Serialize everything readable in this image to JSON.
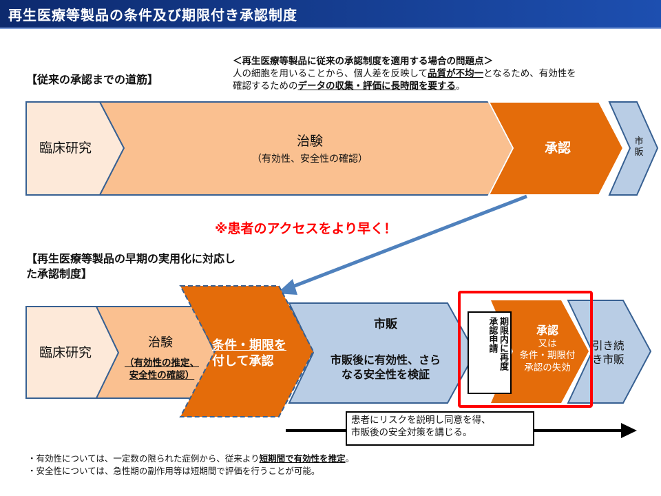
{
  "title": "再生医療等製品の条件及び期限付き承認制度",
  "traditional": {
    "heading": "【従来の承認までの道筋】",
    "problem_title": "＜再生医療等製品に従来の承認制度を適用する場合の問題点＞",
    "problem_line1_a": "人の細胞を用いることから、個人差を反映して",
    "problem_line1_b": "品質が不均一",
    "problem_line1_c": "となるため、有効性を",
    "problem_line2_a": "確認するための",
    "problem_line2_b": "データの収集・評価に長時間を要する",
    "problem_line2_c": "。",
    "steps": {
      "clinical": "臨床研究",
      "trial": "治験",
      "trial_sub": "（有効性、安全性の確認）",
      "approval": "承認",
      "market": "市販"
    }
  },
  "callout": "※患者のアクセスをより早く！",
  "new_system": {
    "heading_line1": "【再生医療等製品の早期の実用化に対応し",
    "heading_line2": "た承認制度】",
    "steps": {
      "clinical": "臨床研究",
      "trial": "治験",
      "trial_sub1": "（有効性の推定、",
      "trial_sub2": "安全性の確認）",
      "conditional1": "条件・期限を",
      "conditional2": "付して承認",
      "market_title": "市販",
      "market_sub1": "市販後に有効性、さら",
      "market_sub2": "なる安全性を検証",
      "reapply_col1": "期限内に再度",
      "reapply_col2": "承認申請",
      "approval_title": "承認",
      "approval_l1": "又は",
      "approval_l2": "条件・期限付",
      "approval_l3": "承認の失効",
      "continue1": "引き続",
      "continue2": "き市販"
    },
    "risk_note1": "患者にリスクを説明し同意を得、",
    "risk_note2": "市販後の安全対策を講じる。"
  },
  "notes": {
    "n1_a": "・有効性については、一定数の限られた症例から、従来より",
    "n1_b": "短期間で有効性を推定",
    "n1_c": "。",
    "n2": "・安全性については、急性期の副作用等は短期間で評価を行うことが可能。"
  },
  "colors": {
    "peach_light": "#fde9d9",
    "peach": "#fac090",
    "orange": "#e46c0a",
    "blue_light": "#b9cde5",
    "border": "#376092",
    "red": "#ff0000",
    "title_bar": "#1f3a8a"
  }
}
